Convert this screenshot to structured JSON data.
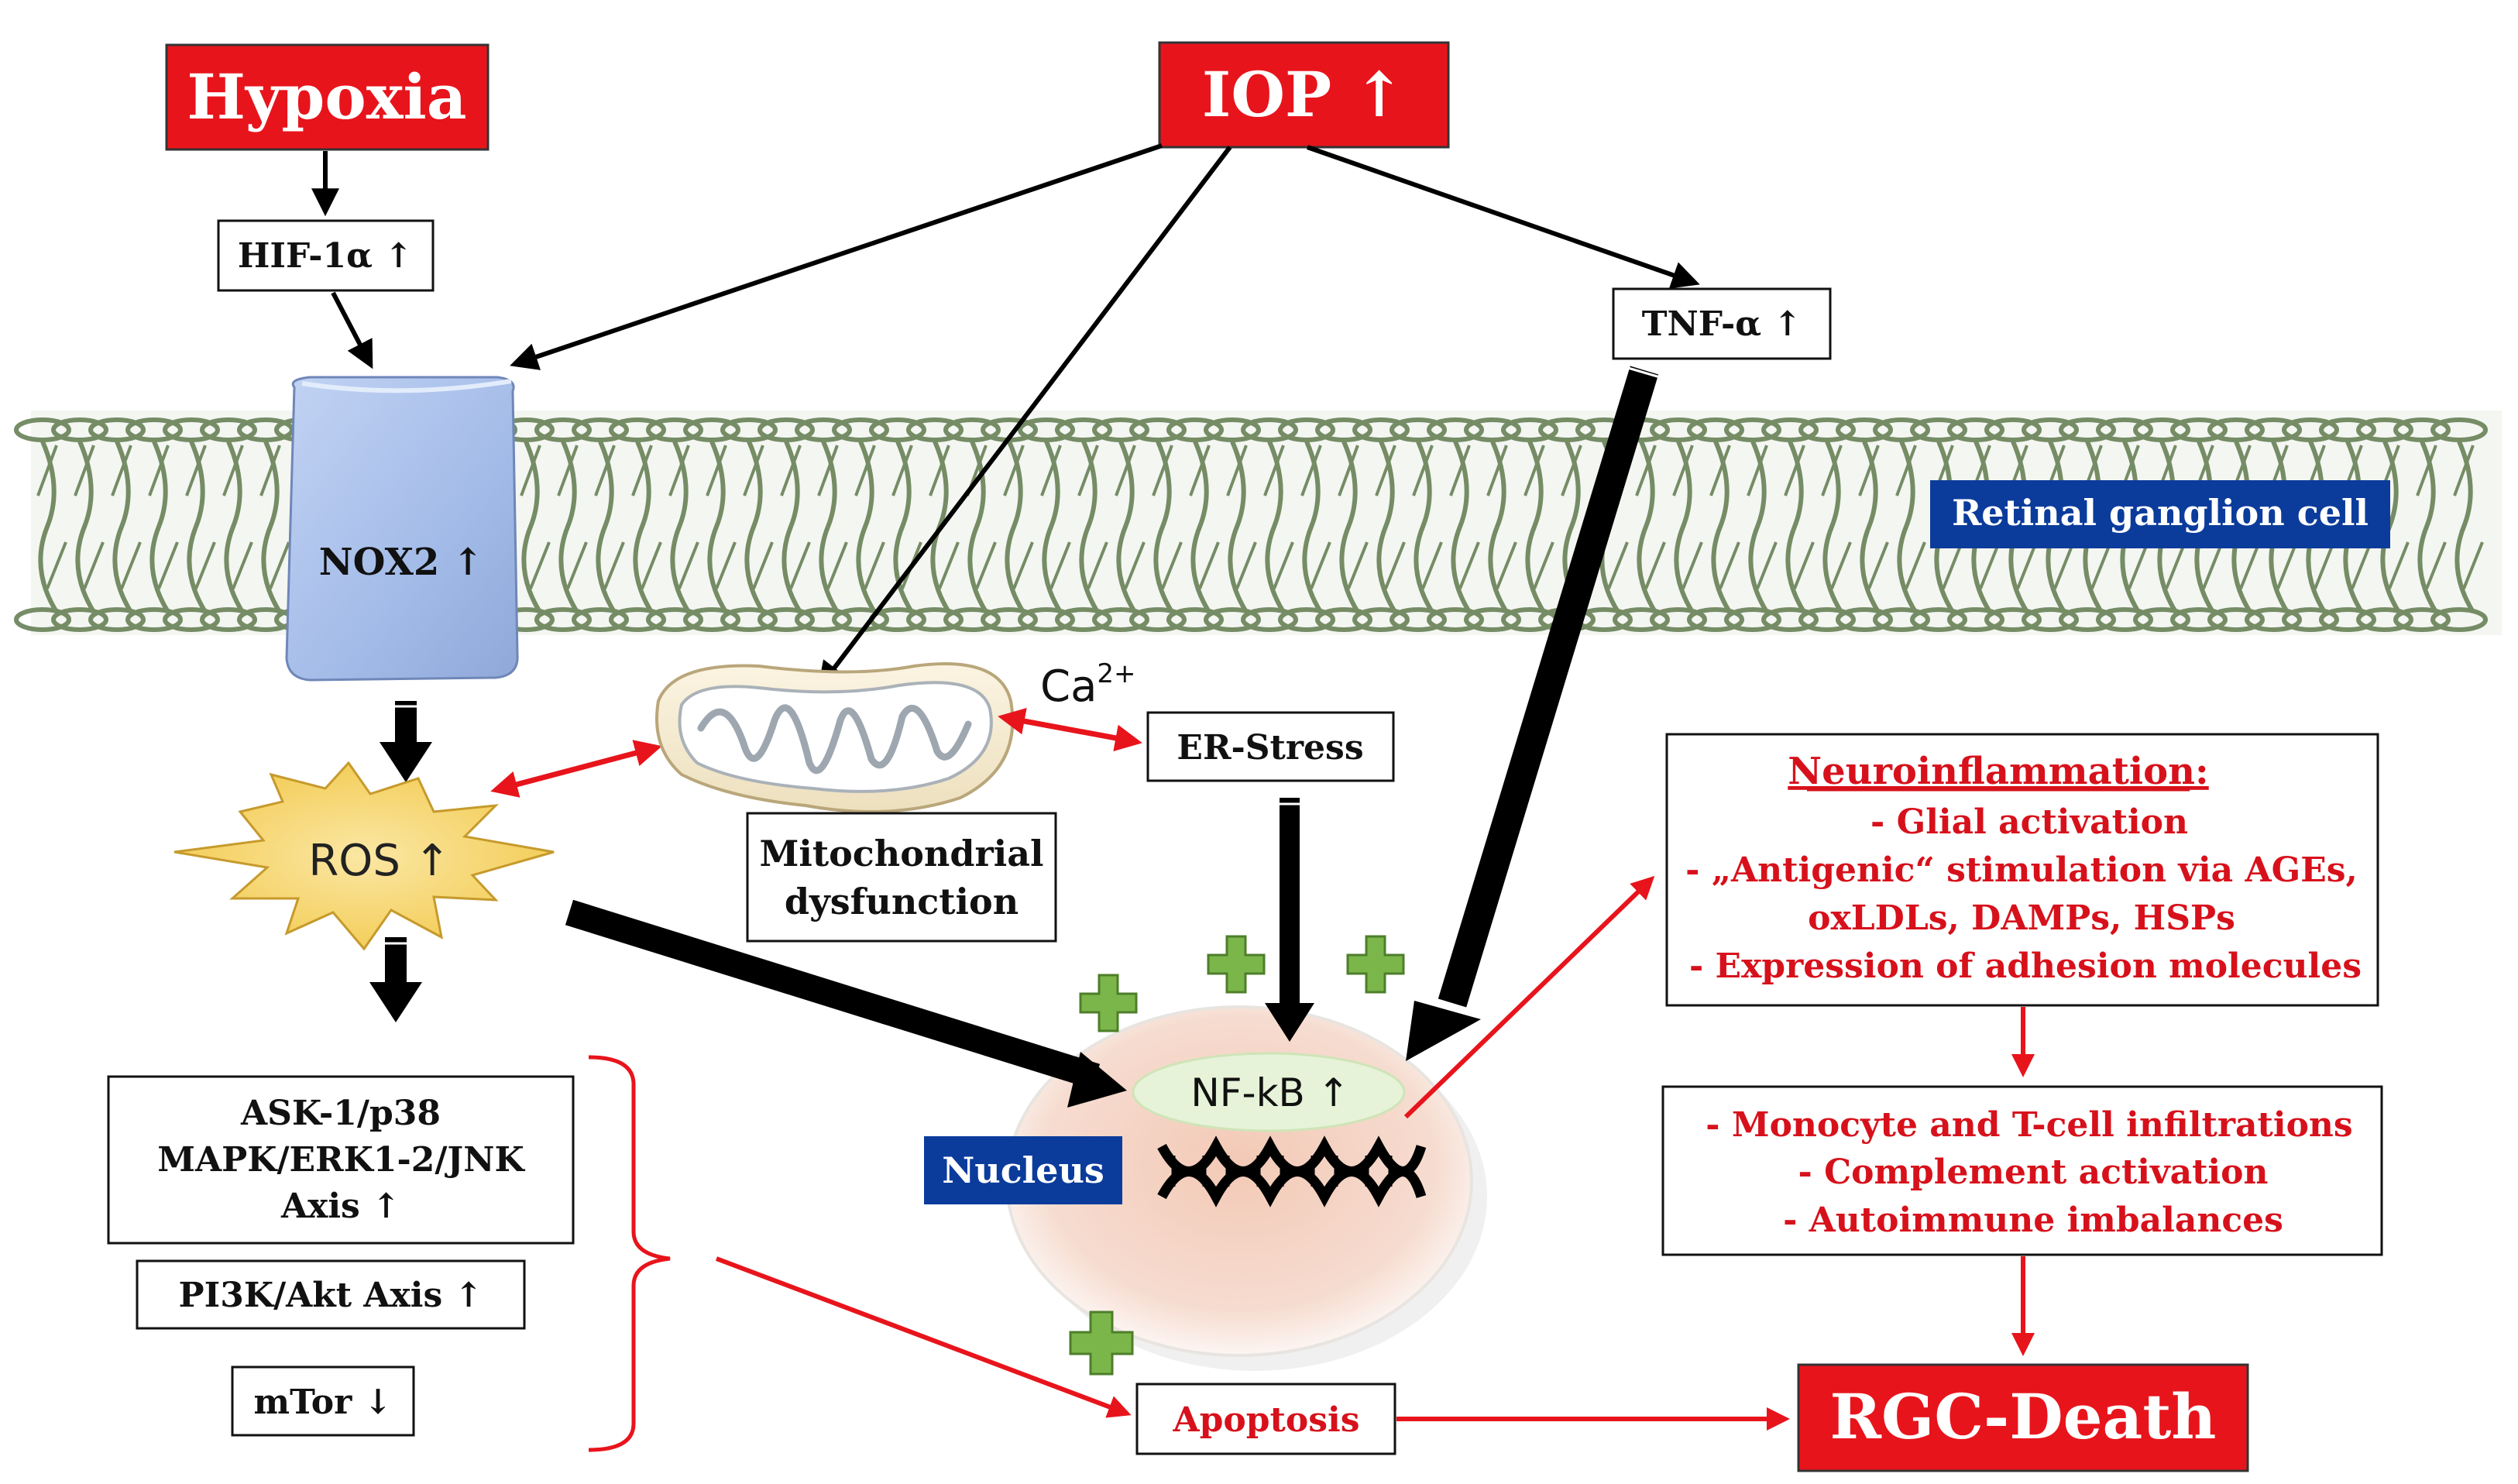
{
  "colors": {
    "red": "#E8141C",
    "blue_label": "#0B3C9C",
    "black": "#000000",
    "red_text": "#D7111B",
    "nox_blue": "#A7BEEA",
    "membrane_green": "#5F7A4D",
    "ros_yellow": "#F7D873",
    "plus_green": "#7BB64A"
  },
  "icons": [
    "membrane-helix-icon",
    "nox2-channel-icon",
    "ros-burst-icon",
    "mitochondrion-icon",
    "nucleus-icon",
    "dna-helix-icon",
    "plus-icon"
  ],
  "nodes": {
    "hypoxia": "Hypoxia",
    "iop": "IOP ↑",
    "hif": "HIF-1α ↑",
    "tnf": "TNF-α ↑",
    "rgc_label": "Retinal ganglion cell",
    "nox2": "NOX2 ↑",
    "ros": "ROS ↑",
    "ca": "Ca",
    "ca_sup": "2+",
    "er_stress": "ER-Stress",
    "mito_line1": "Mitochondrial",
    "mito_line2": "dysfunction",
    "nfkb": "NF-kB ↑",
    "nucleus": "Nucleus",
    "ask_line1": "ASK-1/p38",
    "ask_line2": "MAPK/ERK1-2/JNK",
    "ask_line3": "Axis ↑",
    "pi3k": "PI3K/Akt Axis ↑",
    "mtor": "mTor ↓",
    "apoptosis": "Apoptosis",
    "rgc_death": "RGC-Death"
  },
  "neuroinflammation": {
    "title": "Neuroinflammation:",
    "items": [
      "- Glial activation",
      "- „Antigenic“ stimulation via AGEs,",
      "oxLDLs, DAMPs, HSPs",
      "- Expression of adhesion molecules"
    ]
  },
  "infiltration": {
    "items": [
      "- Monocyte and T-cell infiltrations",
      "- Complement activation",
      "- Autoimmune imbalances"
    ]
  }
}
